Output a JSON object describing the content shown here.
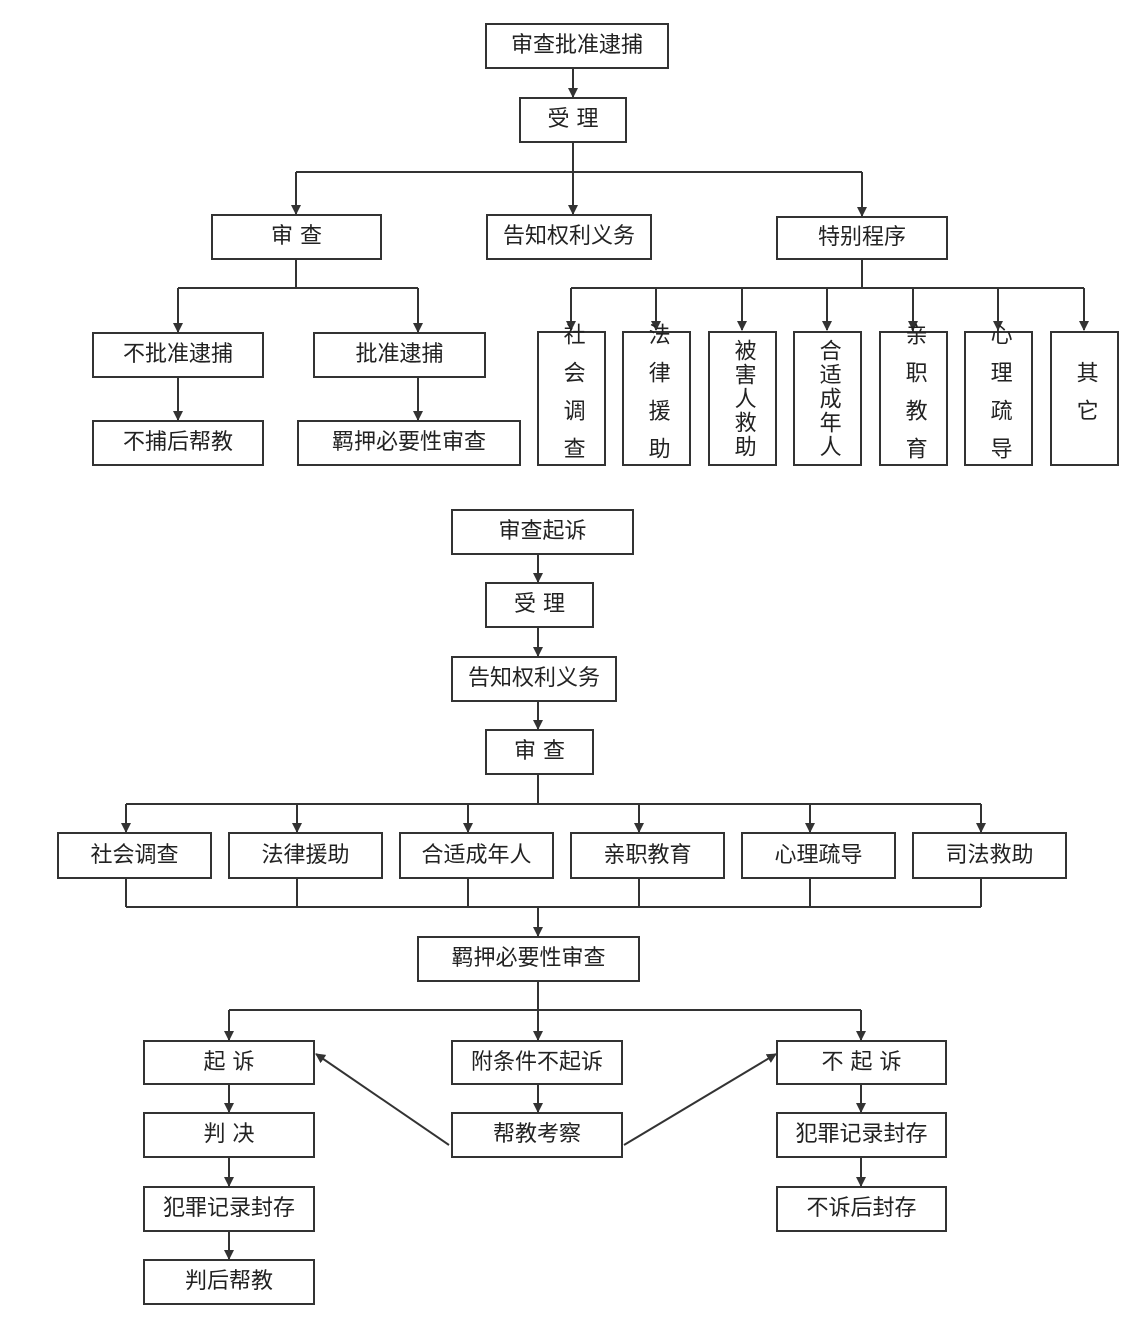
{
  "top": {
    "root": "审查批准逮捕",
    "accept": "受 理",
    "review": "审 查",
    "inform": "告知权利义务",
    "special": "特别程序",
    "no_approve": "不批准逮捕",
    "approve": "批准逮捕",
    "no_arrest_help": "不捕后帮教",
    "detention_review": "羁押必要性审查",
    "special_items": [
      "社会调查",
      "法律援助",
      "被害人救助",
      "合适成年人",
      "亲职教育",
      "心理疏导",
      "其它"
    ]
  },
  "bottom": {
    "root": "审查起诉",
    "accept": "受 理",
    "inform": "告知权利义务",
    "review": "审 查",
    "measures": [
      "社会调查",
      "法律援助",
      "合适成年人",
      "亲职教育",
      "心理疏导",
      "司法救助"
    ],
    "detention_review": "羁押必要性审查",
    "prosecute": "起 诉",
    "conditional": "附条件不起诉",
    "not_prosecute": "不 起 诉",
    "judgment": "判 决",
    "supervision": "帮教考察",
    "record_seal_left": "犯罪记录封存",
    "record_seal_right": "犯罪记录封存",
    "post_judgment_help": "判后帮教",
    "post_no_prosecute_seal": "不诉后封存"
  }
}
